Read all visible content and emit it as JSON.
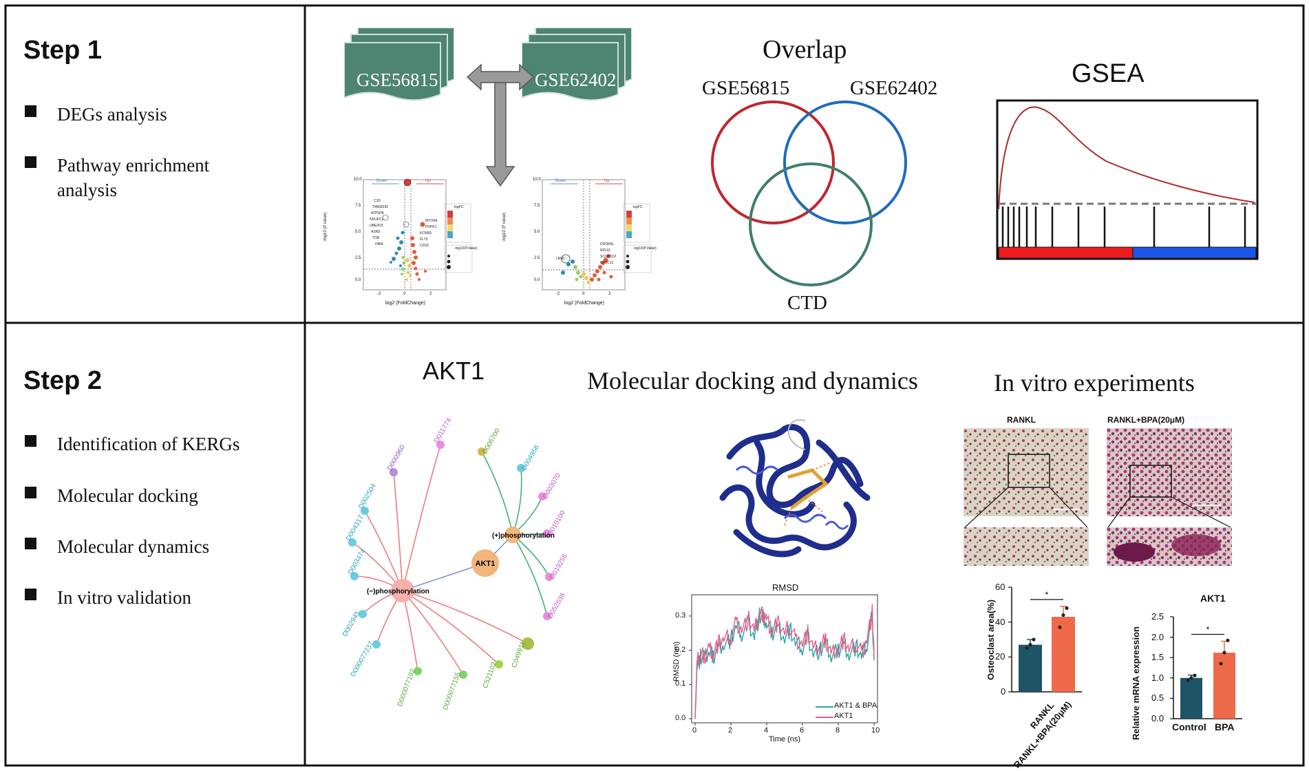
{
  "step1": {
    "title": "Step 1",
    "bullets": [
      "DEGs analysis",
      "Pathway enrichment analysis"
    ],
    "datasets": [
      "GSE56815",
      "GSE62402"
    ],
    "overlap": {
      "title": "Overlap",
      "sets": [
        "GSE56815",
        "GSE62402",
        "CTD"
      ]
    },
    "gsea": {
      "title": "GSEA"
    },
    "volcano": {
      "ylabel": "-log10 (P value)",
      "xlabel": "log2 (FoldChange)",
      "down": "Down",
      "up": "Up",
      "yticks": [
        "10.0",
        "7.5",
        "5.0",
        "2.5",
        "0.0"
      ],
      "xticks": [
        "-2",
        "0",
        "2"
      ],
      "legend_logfc": "logFC",
      "legend_p": "-log10(P.Value)",
      "left_genes": [
        "C1D",
        "TMEM230",
        "ATP5PB",
        "NDUFC1",
        "UBE2D3",
        "ASNS",
        "TOB",
        "HIBA"
      ],
      "left_up_genes": [
        "MYO9A",
        "PDPK1",
        "KCNN3",
        "FLT3",
        "CD20"
      ],
      "right_genes": [
        "DDOR6L",
        "RPL41",
        "SCGB1D2",
        "NFDC12"
      ],
      "right_down_gene": "LRRC"
    }
  },
  "step2": {
    "title": "Step 2",
    "bullets": [
      "Identification of KERGs",
      "Molecular docking",
      "Molecular dynamics",
      "In vitro validation"
    ],
    "network": {
      "title": "AKT1",
      "center": "AKT1",
      "hub_pos": "(+)phosphorylation",
      "hub_neg": "(−)phosphorylation",
      "pos_nodes": [
        "D006700",
        "D004958",
        "D003070",
        "D010100",
        "D019256",
        "D052638"
      ],
      "neg_nodes": [
        "D011774",
        "D000960",
        "D002504",
        "D004317",
        "D003474",
        "D002945",
        "D000077237",
        "D000077192",
        "D000077155",
        "C521102",
        "C049911"
      ]
    },
    "docking": {
      "title": "Molecular docking and dynamics"
    },
    "rmsd": {
      "title": "RMSD",
      "xlabel": "Time (ns)",
      "ylabel": "RMSD (nm)",
      "xticks": [
        "0",
        "2",
        "4",
        "6",
        "8",
        "10"
      ],
      "yticks": [
        "0.0",
        "0.1",
        "0.2",
        "0.3"
      ],
      "legend": [
        "AKT1 & BPA",
        "AKT1"
      ]
    },
    "invitro": {
      "title": "In vitro experiments",
      "labels": [
        "RANKL",
        "RANKL+BPA(20μM)"
      ]
    }
  },
  "colors": {
    "dataset_fill": "#4e8472",
    "venn_red": "#c0262e",
    "venn_blue": "#1f6bbd",
    "venn_green": "#3f7f66",
    "bar_dark": "#1f5467",
    "bar_orange": "#ee6a4a",
    "gsea_red": "#ee1c1c",
    "gsea_blue": "#1d55e6",
    "rmsd_teal": "#2aa3a8",
    "rmsd_pink": "#ec5a84"
  },
  "chart_data": [
    {
      "type": "line",
      "title": "RMSD",
      "xlabel": "Time (ns)",
      "ylabel": "RMSD (nm)",
      "xlim": [
        0,
        10
      ],
      "ylim": [
        0,
        0.35
      ],
      "x": [
        0,
        0.05,
        0.1,
        0.3,
        0.5,
        0.8,
        1.0,
        1.3,
        1.6,
        2.0,
        2.3,
        2.6,
        3.0,
        3.3,
        3.6,
        3.8,
        4.0,
        4.3,
        4.6,
        5.0,
        5.3,
        5.6,
        6.0,
        6.3,
        6.6,
        7.0,
        7.3,
        7.6,
        8.0,
        8.3,
        8.6,
        9.0,
        9.3,
        9.6,
        9.9,
        10.0
      ],
      "series": [
        {
          "name": "AKT1 & BPA",
          "values": [
            0.0,
            0.06,
            0.15,
            0.18,
            0.17,
            0.2,
            0.18,
            0.21,
            0.22,
            0.23,
            0.27,
            0.25,
            0.28,
            0.24,
            0.3,
            0.29,
            0.28,
            0.25,
            0.27,
            0.24,
            0.26,
            0.22,
            0.21,
            0.24,
            0.19,
            0.2,
            0.22,
            0.18,
            0.2,
            0.22,
            0.19,
            0.21,
            0.18,
            0.22,
            0.3,
            0.17
          ]
        },
        {
          "name": "AKT1",
          "values": [
            0.0,
            0.08,
            0.16,
            0.19,
            0.18,
            0.21,
            0.19,
            0.22,
            0.23,
            0.24,
            0.28,
            0.26,
            0.29,
            0.25,
            0.31,
            0.3,
            0.29,
            0.26,
            0.28,
            0.25,
            0.27,
            0.23,
            0.22,
            0.25,
            0.2,
            0.21,
            0.23,
            0.19,
            0.21,
            0.23,
            0.2,
            0.22,
            0.19,
            0.23,
            0.31,
            0.18
          ]
        }
      ]
    },
    {
      "type": "bar",
      "ylabel": "Osteoclast area(%)",
      "categories": [
        "RANKL",
        "RANKL+BPA(20μM)"
      ],
      "values": [
        27,
        43
      ],
      "errors": [
        3,
        6
      ],
      "points": [
        [
          25,
          27,
          30
        ],
        [
          37,
          44,
          48
        ]
      ],
      "yticks": [
        "0",
        "20",
        "40",
        "60"
      ],
      "ylim": [
        0,
        60
      ],
      "significance": "*"
    },
    {
      "type": "bar",
      "title": "AKT1",
      "ylabel": "Relative mRNA expression",
      "categories": [
        "Control",
        "BPA"
      ],
      "values": [
        1.0,
        1.62
      ],
      "errors": [
        0.07,
        0.28
      ],
      "points": [
        [
          0.94,
          1.0,
          1.06
        ],
        [
          1.35,
          1.62,
          1.92
        ]
      ],
      "yticks": [
        "0.0",
        "0.5",
        "1.0",
        "1.5",
        "2.0",
        "2.5"
      ],
      "ylim": [
        0,
        2.5
      ],
      "significance": "*"
    }
  ]
}
